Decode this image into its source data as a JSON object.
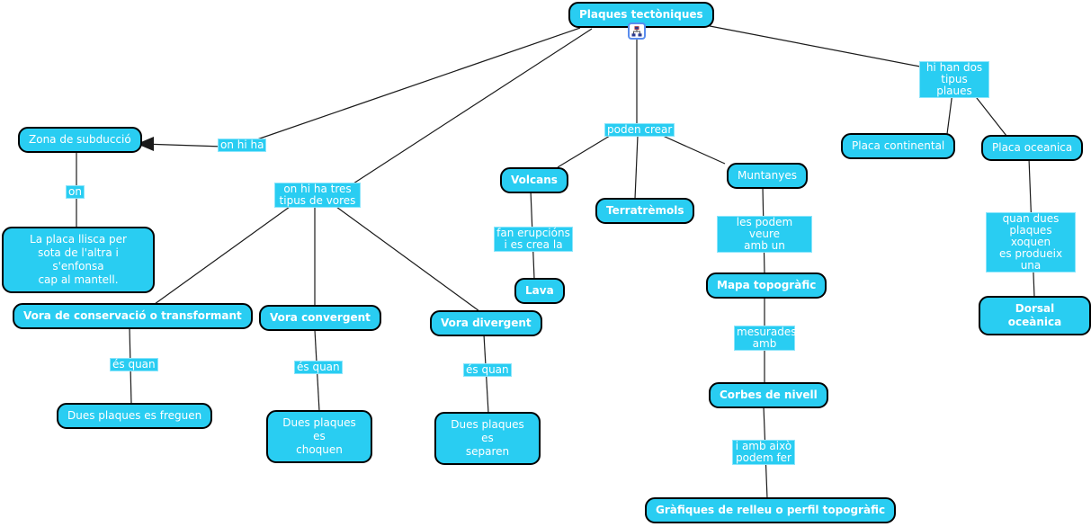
{
  "colors": {
    "node_fill": "#29cdf2",
    "node_border": "#000000",
    "label_border": "#8ce5fb",
    "text_color": "#ffffff",
    "line_color": "#1a1a1a",
    "icon_border": "#5a8dee"
  },
  "icon": {
    "name": "concept-map-resource-icon"
  },
  "nodes": [
    {
      "id": "plaques-tectoniques",
      "text": "Plaques tectòniques",
      "bold": true
    },
    {
      "id": "zona-de-subduccio",
      "text": "Zona de subducció",
      "bold": false
    },
    {
      "id": "placa-continental",
      "text": "Placa continental",
      "bold": false
    },
    {
      "id": "placa-oceanica",
      "text": "Placa oceanica",
      "bold": false
    },
    {
      "id": "volcans",
      "text": "Volcans",
      "bold": true
    },
    {
      "id": "terratremols",
      "text": "Terratrèmols",
      "bold": true
    },
    {
      "id": "muntanyes",
      "text": "Muntanyes",
      "bold": false
    },
    {
      "id": "placa-llisca",
      "text": "La placa llisca per\nsota de l'altra i s'enfonsa\ncap al mantell.",
      "bold": false
    },
    {
      "id": "lava",
      "text": "Lava",
      "bold": true
    },
    {
      "id": "mapa-topografic",
      "text": "Mapa topogràfic",
      "bold": true
    },
    {
      "id": "dorsal-oceanica",
      "text": "Dorsal oceànica",
      "bold": true
    },
    {
      "id": "vora-conservacio",
      "text": "Vora de conservació o transformant",
      "bold": true
    },
    {
      "id": "vora-convergent",
      "text": "Vora convergent",
      "bold": true
    },
    {
      "id": "vora-divergent",
      "text": "Vora divergent",
      "bold": true
    },
    {
      "id": "corbes-de-nivell",
      "text": "Corbes de nivell",
      "bold": true
    },
    {
      "id": "dues-plaques-freguen",
      "text": "Dues plaques es freguen",
      "bold": false
    },
    {
      "id": "dues-plaques-choquen",
      "text": "Dues plaques es\nchoquen",
      "bold": false
    },
    {
      "id": "dues-plaques-separen",
      "text": "Dues plaques es\nseparen",
      "bold": false
    },
    {
      "id": "grafiques-relleu",
      "text": "Gràfiques de relleu o perfil topogràfic",
      "bold": true
    }
  ],
  "labels": [
    {
      "id": "on-hi-ha",
      "text": "on hi ha"
    },
    {
      "id": "hi-han-dos-tipus",
      "text": "hi han dos\ntipus plaues"
    },
    {
      "id": "poden-crear",
      "text": "poden crear"
    },
    {
      "id": "on",
      "text": "on"
    },
    {
      "id": "on-hi-ha-tres-tipus",
      "text": "on hi ha tres\ntipus de vores"
    },
    {
      "id": "fan-erupcions",
      "text": "fan erupcións\ni es crea la"
    },
    {
      "id": "les-podem-veure",
      "text": "les podem veure\namb un"
    },
    {
      "id": "quan-dues-plaques",
      "text": "quan dues\nplaques xoquen\nes produeix una"
    },
    {
      "id": "es-quan-esquerra",
      "text": "és quan"
    },
    {
      "id": "es-quan-centre",
      "text": "és quan"
    },
    {
      "id": "es-quan-dreta",
      "text": "és quan"
    },
    {
      "id": "mesurades-amb",
      "text": "mesurades\namb"
    },
    {
      "id": "i-amb-aixo",
      "text": "i amb això\npodem fer"
    }
  ]
}
